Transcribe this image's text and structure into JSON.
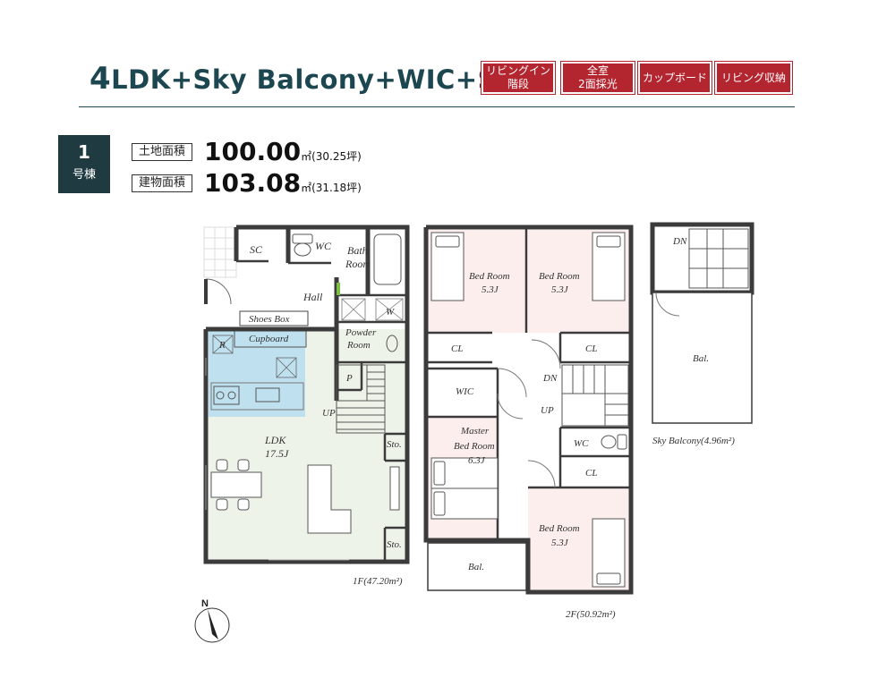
{
  "header": {
    "title_prefix": "4",
    "title_rest": "LDK+Sky Balcony+WIC+SC",
    "badges": [
      "リビングイン\n階段",
      "全室\n2面採光",
      "カップボード",
      "リビング収納"
    ]
  },
  "unit": {
    "number": "1",
    "label": "号棟"
  },
  "areas": {
    "land_label": "土地面積",
    "land_value": "100.00",
    "land_unit": "㎡",
    "land_tsubo": "(30.25坪)",
    "building_label": "建物面積",
    "building_value": "103.08",
    "building_unit": "㎡",
    "building_tsubo": "(31.18坪)"
  },
  "floor1": {
    "sc": "SC",
    "wc": "WC",
    "bath1": "Bath",
    "bath2": "Room",
    "hall": "Hall",
    "w": "W",
    "shoes_box": "Shoes Box",
    "cupboard": "Cupboard",
    "r": "R",
    "powder1": "Powder",
    "powder2": "Room",
    "p": "P",
    "up": "UP",
    "ldk": "LDK",
    "ldk_size": "17.5J",
    "sto1": "Sto.",
    "sto2": "Sto.",
    "caption": "1F(47.20m²)"
  },
  "floor2": {
    "bed1": "Bed Room",
    "bed1_size": "5.3J",
    "bed2": "Bed Room",
    "bed2_size": "5.3J",
    "cl1": "CL",
    "cl2": "CL",
    "wic": "WIC",
    "dn": "DN",
    "up": "UP",
    "master1": "Master",
    "master2": "Bed Room",
    "master_size": "6.3J",
    "wc": "WC",
    "cl3": "CL",
    "bed3": "Bed Room",
    "bed3_size": "5.3J",
    "bal": "Bal.",
    "caption": "2F(50.92m²)"
  },
  "sky": {
    "dn": "DN",
    "bal": "Bal.",
    "caption": "Sky Balcony(4.96m²)"
  },
  "compass": {
    "north": "N"
  }
}
